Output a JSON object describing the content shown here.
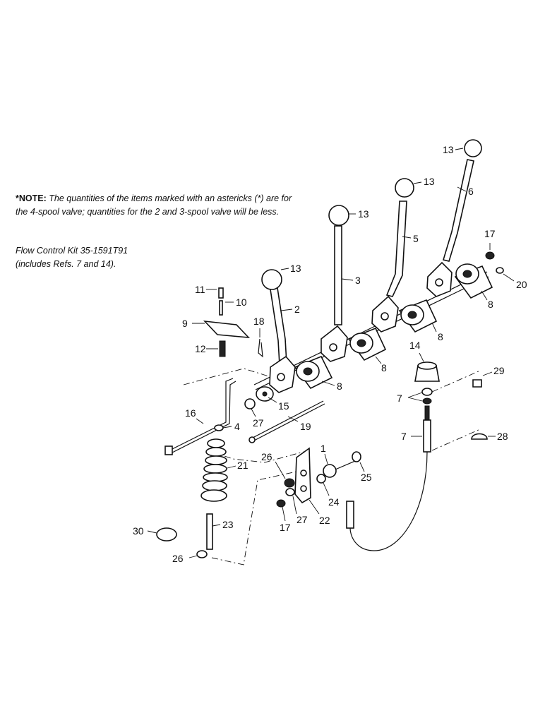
{
  "note": {
    "lead": "*NOTE:",
    "body": "The quantities of the items marked with an astericks (*) are for the 4-spool valve; quantities for the 2 and 3-spool valve will be less."
  },
  "flow_control": {
    "line1": "Flow Control Kit 35-1591T91",
    "line2": "(includes Refs. 7 and 14)."
  },
  "callouts": {
    "c1": "1",
    "c2": "2",
    "c3": "3",
    "c4": "4",
    "c5": "5",
    "c6": "6",
    "c7a": "7",
    "c7b": "7",
    "c8a": "8",
    "c8b": "8",
    "c8c": "8",
    "c8d": "8",
    "c9": "9",
    "c10": "10",
    "c11": "11",
    "c12": "12",
    "c13a": "13",
    "c13b": "13",
    "c13c": "13",
    "c13d": "13",
    "c14": "14",
    "c15": "15",
    "c16": "16",
    "c17a": "17",
    "c17b": "17",
    "c18": "18",
    "c19": "19",
    "c20": "20",
    "c21": "21",
    "c22": "22",
    "c23": "23",
    "c24": "24",
    "c25": "25",
    "c26a": "26",
    "c26b": "26",
    "c27a": "27",
    "c27b": "27",
    "c28": "28",
    "c29": "29",
    "c30": "30"
  }
}
